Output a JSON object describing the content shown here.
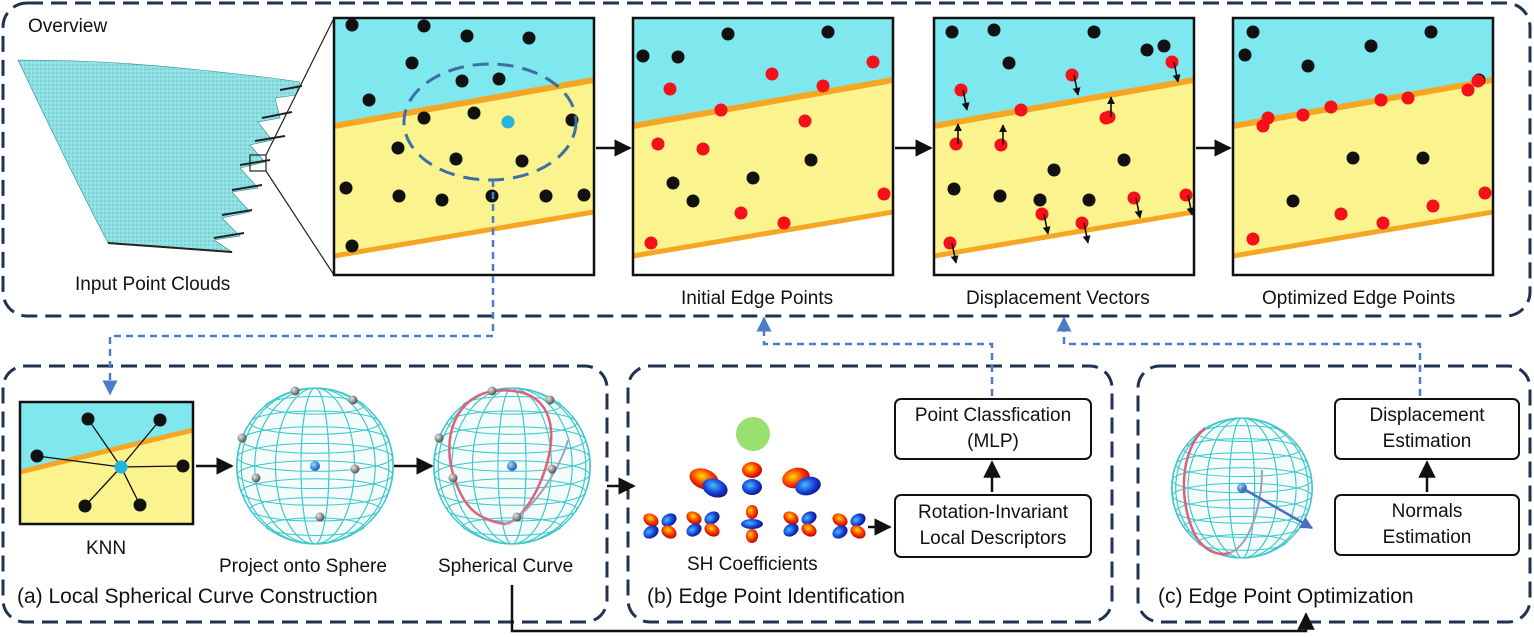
{
  "overview": {
    "title": "Overview",
    "input_label": "Input Point Clouds",
    "panels": [
      {
        "id": "input-zoom",
        "caption": ""
      },
      {
        "id": "initial",
        "caption": "Initial Edge Points"
      },
      {
        "id": "displacement",
        "caption": "Displacement Vectors"
      },
      {
        "id": "optimized",
        "caption": "Optimized Edge Points"
      }
    ]
  },
  "section_a": {
    "title": "(a) Local Spherical Curve Construction",
    "knn_label": "KNN",
    "project_label": "Project onto Sphere",
    "curve_label": "Spherical Curve"
  },
  "section_b": {
    "title": "(b) Edge Point Identification",
    "sh_label": "SH Coefficients",
    "classification_line1": "Point Classfication",
    "classification_line2": "(MLP)",
    "descriptor_line1": "Rotation-Invariant",
    "descriptor_line2": "Local Descriptors"
  },
  "section_c": {
    "title": "(c) Edge Point Optimization",
    "displacement_line1": "Displacement",
    "displacement_line2": "Estimation",
    "normals_line1": "Normals",
    "normals_line2": "Estimation"
  },
  "colors": {
    "cyan_region": "#7ee8ee",
    "yellow_region": "#fbf38d",
    "edge_line": "#f5a623",
    "edge_point": "#f5101a",
    "center_point": "#26b3e0",
    "dashed_frame": "#1f3350",
    "dashed_arrow": "#4a7cc9",
    "sphere_wire": "#3ec7cc",
    "curve": "#e0607a"
  }
}
